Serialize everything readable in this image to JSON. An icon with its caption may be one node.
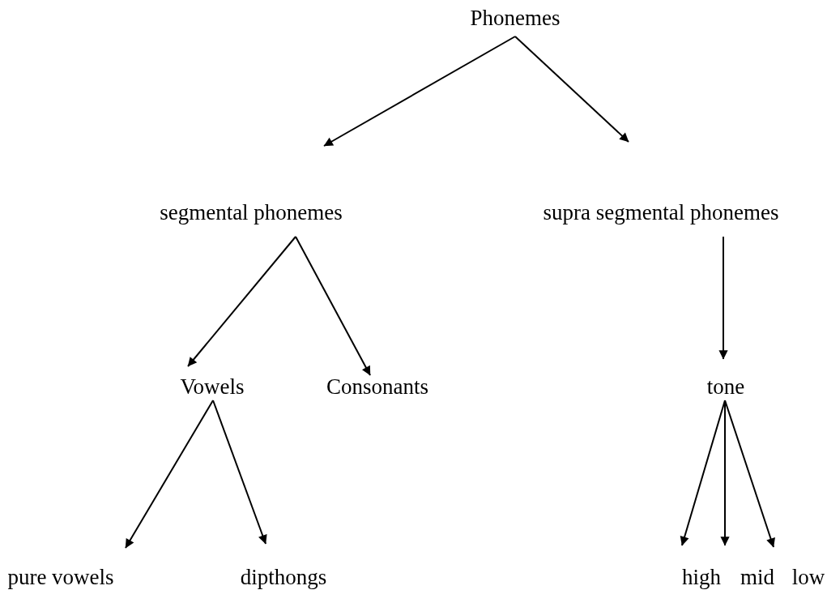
{
  "diagram": {
    "nodes": [
      {
        "text": [
          "Phonemes"
        ]
      },
      {
        "text": [
          "segmental phonemes"
        ]
      },
      {
        "text": [
          "supra segmental phonemes"
        ]
      },
      {
        "text": [
          "Vowels"
        ]
      },
      {
        "text": [
          "Consonants"
        ]
      },
      {
        "text": [
          "tone"
        ]
      },
      {
        "text": [
          "pure vowels"
        ]
      },
      {
        "text": [
          "dipthongs"
        ]
      },
      {
        "text": [
          "high"
        ]
      },
      {
        "text": [
          "mid"
        ]
      },
      {
        "text": [
          "low"
        ]
      }
    ],
    "edges": [
      {
        "from": 0,
        "to": 1,
        "arrow": "to"
      },
      {
        "from": 0,
        "to": 2,
        "arrow": "to"
      },
      {
        "from": 1,
        "to": 3,
        "arrow": "to"
      },
      {
        "from": 1,
        "to": 4,
        "arrow": "to"
      },
      {
        "from": 2,
        "to": 5,
        "arrow": "to"
      },
      {
        "from": 3,
        "to": 6,
        "arrow": "to"
      },
      {
        "from": 3,
        "to": 7,
        "arrow": "to"
      },
      {
        "from": 5,
        "to": 8,
        "arrow": "to"
      },
      {
        "from": 5,
        "to": 9,
        "arrow": "to"
      },
      {
        "from": 5,
        "to": 10,
        "arrow": "to"
      }
    ]
  }
}
